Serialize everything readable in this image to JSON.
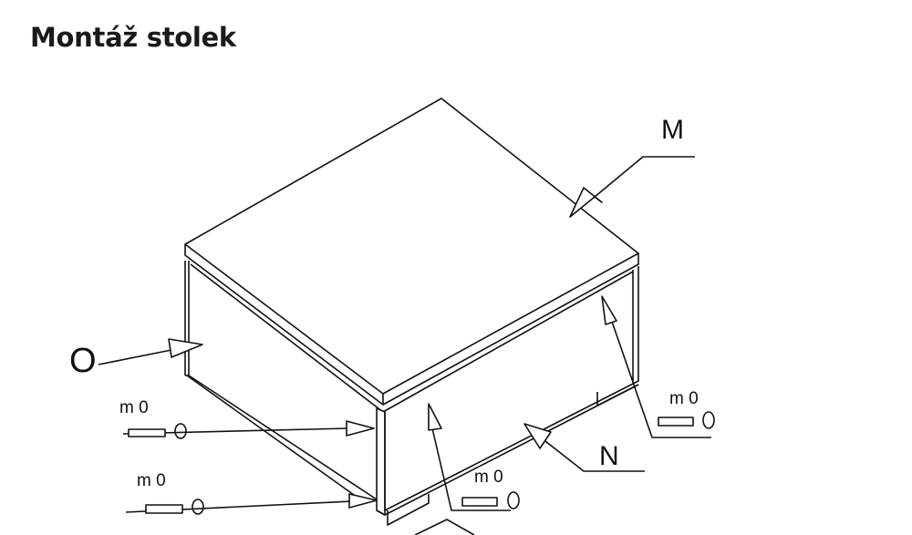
{
  "title": "Montáž stolek",
  "parts": {
    "top": "M",
    "side": "O",
    "front": "N"
  },
  "hardware_labels": [
    "m 0",
    "m 0",
    "m 0",
    "m 0"
  ],
  "colors": {
    "ink": "#111111",
    "background": "#ffffff"
  }
}
